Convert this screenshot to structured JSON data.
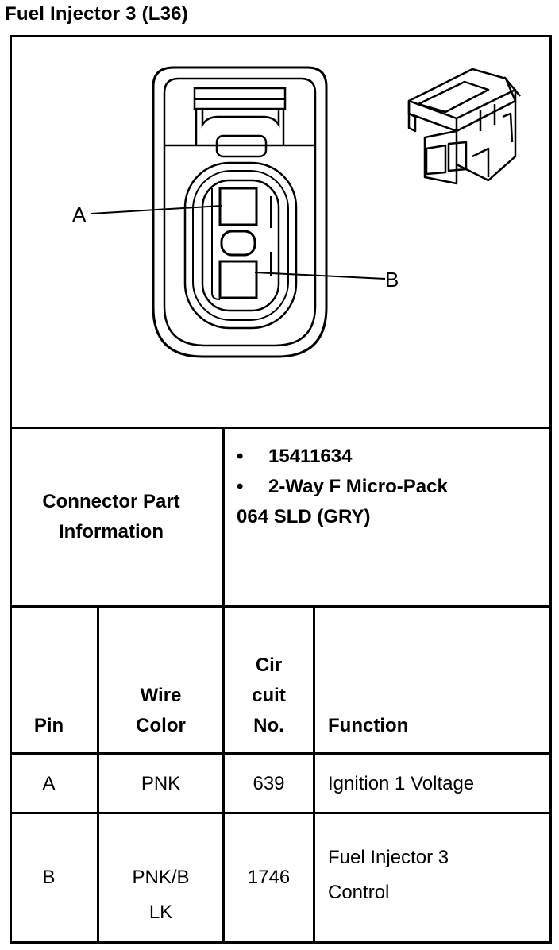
{
  "title": "Fuel Injector 3 (L36)",
  "diagram": {
    "pin_labels": [
      "A",
      "B"
    ]
  },
  "connector_info": {
    "label_line1": "Connector Part",
    "label_line2": "Information",
    "bullets": [
      "15411634",
      "2-Way F Micro-Pack"
    ],
    "extra_line": "064 SLD (GRY)"
  },
  "table": {
    "headers": {
      "pin": "Pin",
      "wire_color_line1": "Wire",
      "wire_color_line2": "Color",
      "circuit_line1": "Cir",
      "circuit_line2": "cuit",
      "circuit_line3": "No.",
      "function": "Function"
    },
    "rows": [
      {
        "pin": "A",
        "wire_color": [
          "PNK"
        ],
        "circuit": "639",
        "function": [
          "Ignition 1 Voltage"
        ]
      },
      {
        "pin": "B",
        "wire_color": [
          "PNK/B",
          "LK"
        ],
        "circuit": "1746",
        "function": [
          "Fuel Injector 3",
          "Control"
        ]
      }
    ]
  }
}
